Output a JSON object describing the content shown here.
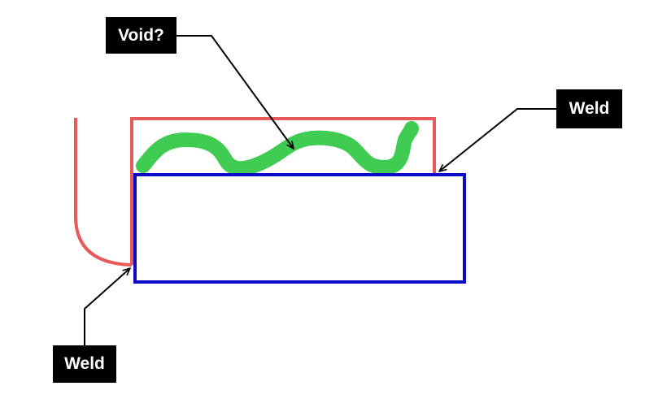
{
  "labels": {
    "void": "Void?",
    "weld_right": "Weld",
    "weld_left": "Weld"
  },
  "colors": {
    "background": "#ffffff",
    "red_part": "#e85a5a",
    "blue_part": "#0a0ac8",
    "void_stroke": "#40cc52",
    "arrow": "#000000",
    "label_bg": "#000000",
    "label_text": "#ffffff"
  }
}
